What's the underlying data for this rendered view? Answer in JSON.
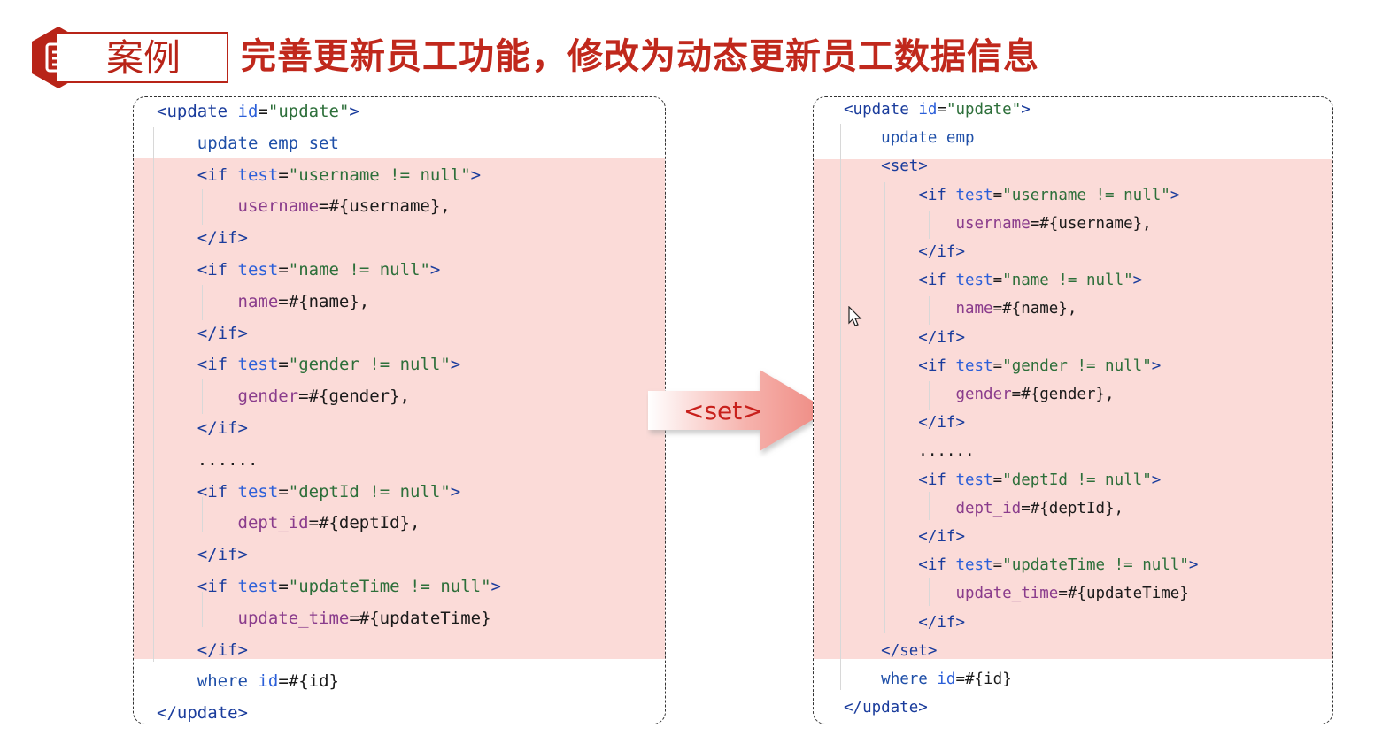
{
  "badge": {
    "label": "案例",
    "icon": "document-icon",
    "color": "#b82418"
  },
  "title": "完善更新员工功能，修改为动态更新员工数据信息",
  "arrow": {
    "label": "<set>",
    "icon": "right-arrow-icon"
  },
  "colors": {
    "highlight": "#fbdbd8",
    "title": "#c0281c",
    "tag": "#1a3c9c",
    "string": "#2d6f3a"
  },
  "left": {
    "lines": [
      "<update id=\"update\">",
      "    update emp set",
      "    <if test=\"username != null\">",
      "        username=#{username},",
      "    </if>",
      "    <if test=\"name != null\">",
      "        name=#{name},",
      "    </if>",
      "    <if test=\"gender != null\">",
      "        gender=#{gender},",
      "    </if>",
      "    ......",
      "    <if test=\"deptId != null\">",
      "        dept_id=#{deptId},",
      "    </if>",
      "    <if test=\"updateTime != null\">",
      "        update_time=#{updateTime}",
      "    </if>",
      "    where id=#{id}",
      "</update>"
    ]
  },
  "right": {
    "lines": [
      "<update id=\"update\">",
      "    update emp",
      "    <set>",
      "        <if test=\"username != null\">",
      "            username=#{username},",
      "        </if>",
      "        <if test=\"name != null\">",
      "            name=#{name},",
      "        </if>",
      "        <if test=\"gender != null\">",
      "            gender=#{gender},",
      "        </if>",
      "        ......",
      "        <if test=\"deptId != null\">",
      "            dept_id=#{deptId},",
      "        </if>",
      "        <if test=\"updateTime != null\">",
      "            update_time=#{updateTime}",
      "        </if>",
      "    </set>",
      "    where id=#{id}",
      "</update>"
    ]
  }
}
